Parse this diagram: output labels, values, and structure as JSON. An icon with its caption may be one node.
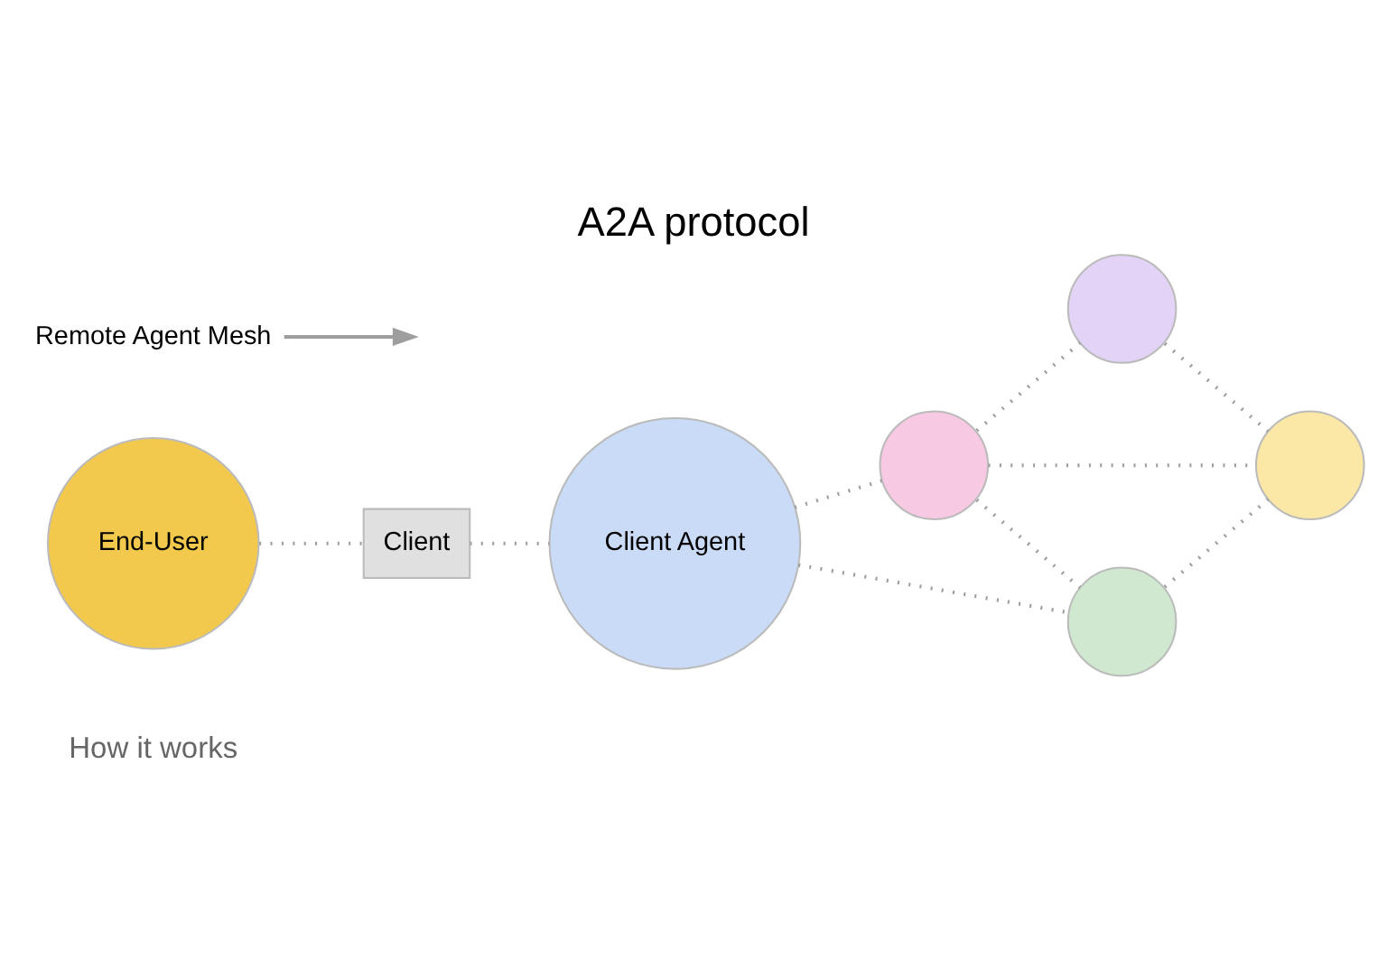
{
  "diagram": {
    "title": "A2A protocol",
    "nodes": [
      {
        "text": [
          "End-User"
        ]
      },
      {
        "text": [
          "Client"
        ]
      },
      {
        "text": [
          "Client Agent"
        ]
      },
      {
        "text": [],
        "shape": "circle"
      },
      {
        "text": [],
        "shape": "circle"
      },
      {
        "text": [],
        "shape": "circle"
      },
      {
        "text": [],
        "shape": "circle"
      },
      {
        "text": [
          "Remote Agent Mesh"
        ]
      }
    ],
    "edges": [
      {
        "from": 0,
        "to": 1,
        "arrow": "none",
        "style": "dashed"
      },
      {
        "from": 1,
        "to": 2,
        "arrow": "none",
        "style": "dashed"
      },
      {
        "from": 2,
        "to": 4,
        "arrow": "none",
        "style": "dashed"
      },
      {
        "from": 2,
        "to": 6,
        "arrow": "none",
        "style": "dashed"
      },
      {
        "from": 4,
        "to": 3,
        "arrow": "none",
        "style": "dashed"
      },
      {
        "from": 4,
        "to": 5,
        "arrow": "none",
        "style": "dashed"
      },
      {
        "from": 3,
        "to": 5,
        "arrow": "none",
        "style": "dashed"
      },
      {
        "from": 4,
        "to": 6,
        "arrow": "none",
        "style": "dashed"
      },
      {
        "from": 6,
        "to": 5,
        "arrow": "none",
        "style": "dashed"
      },
      {
        "from": 7,
        "to": null,
        "arrow": "to"
      }
    ],
    "labels": [
      "How it works"
    ]
  }
}
